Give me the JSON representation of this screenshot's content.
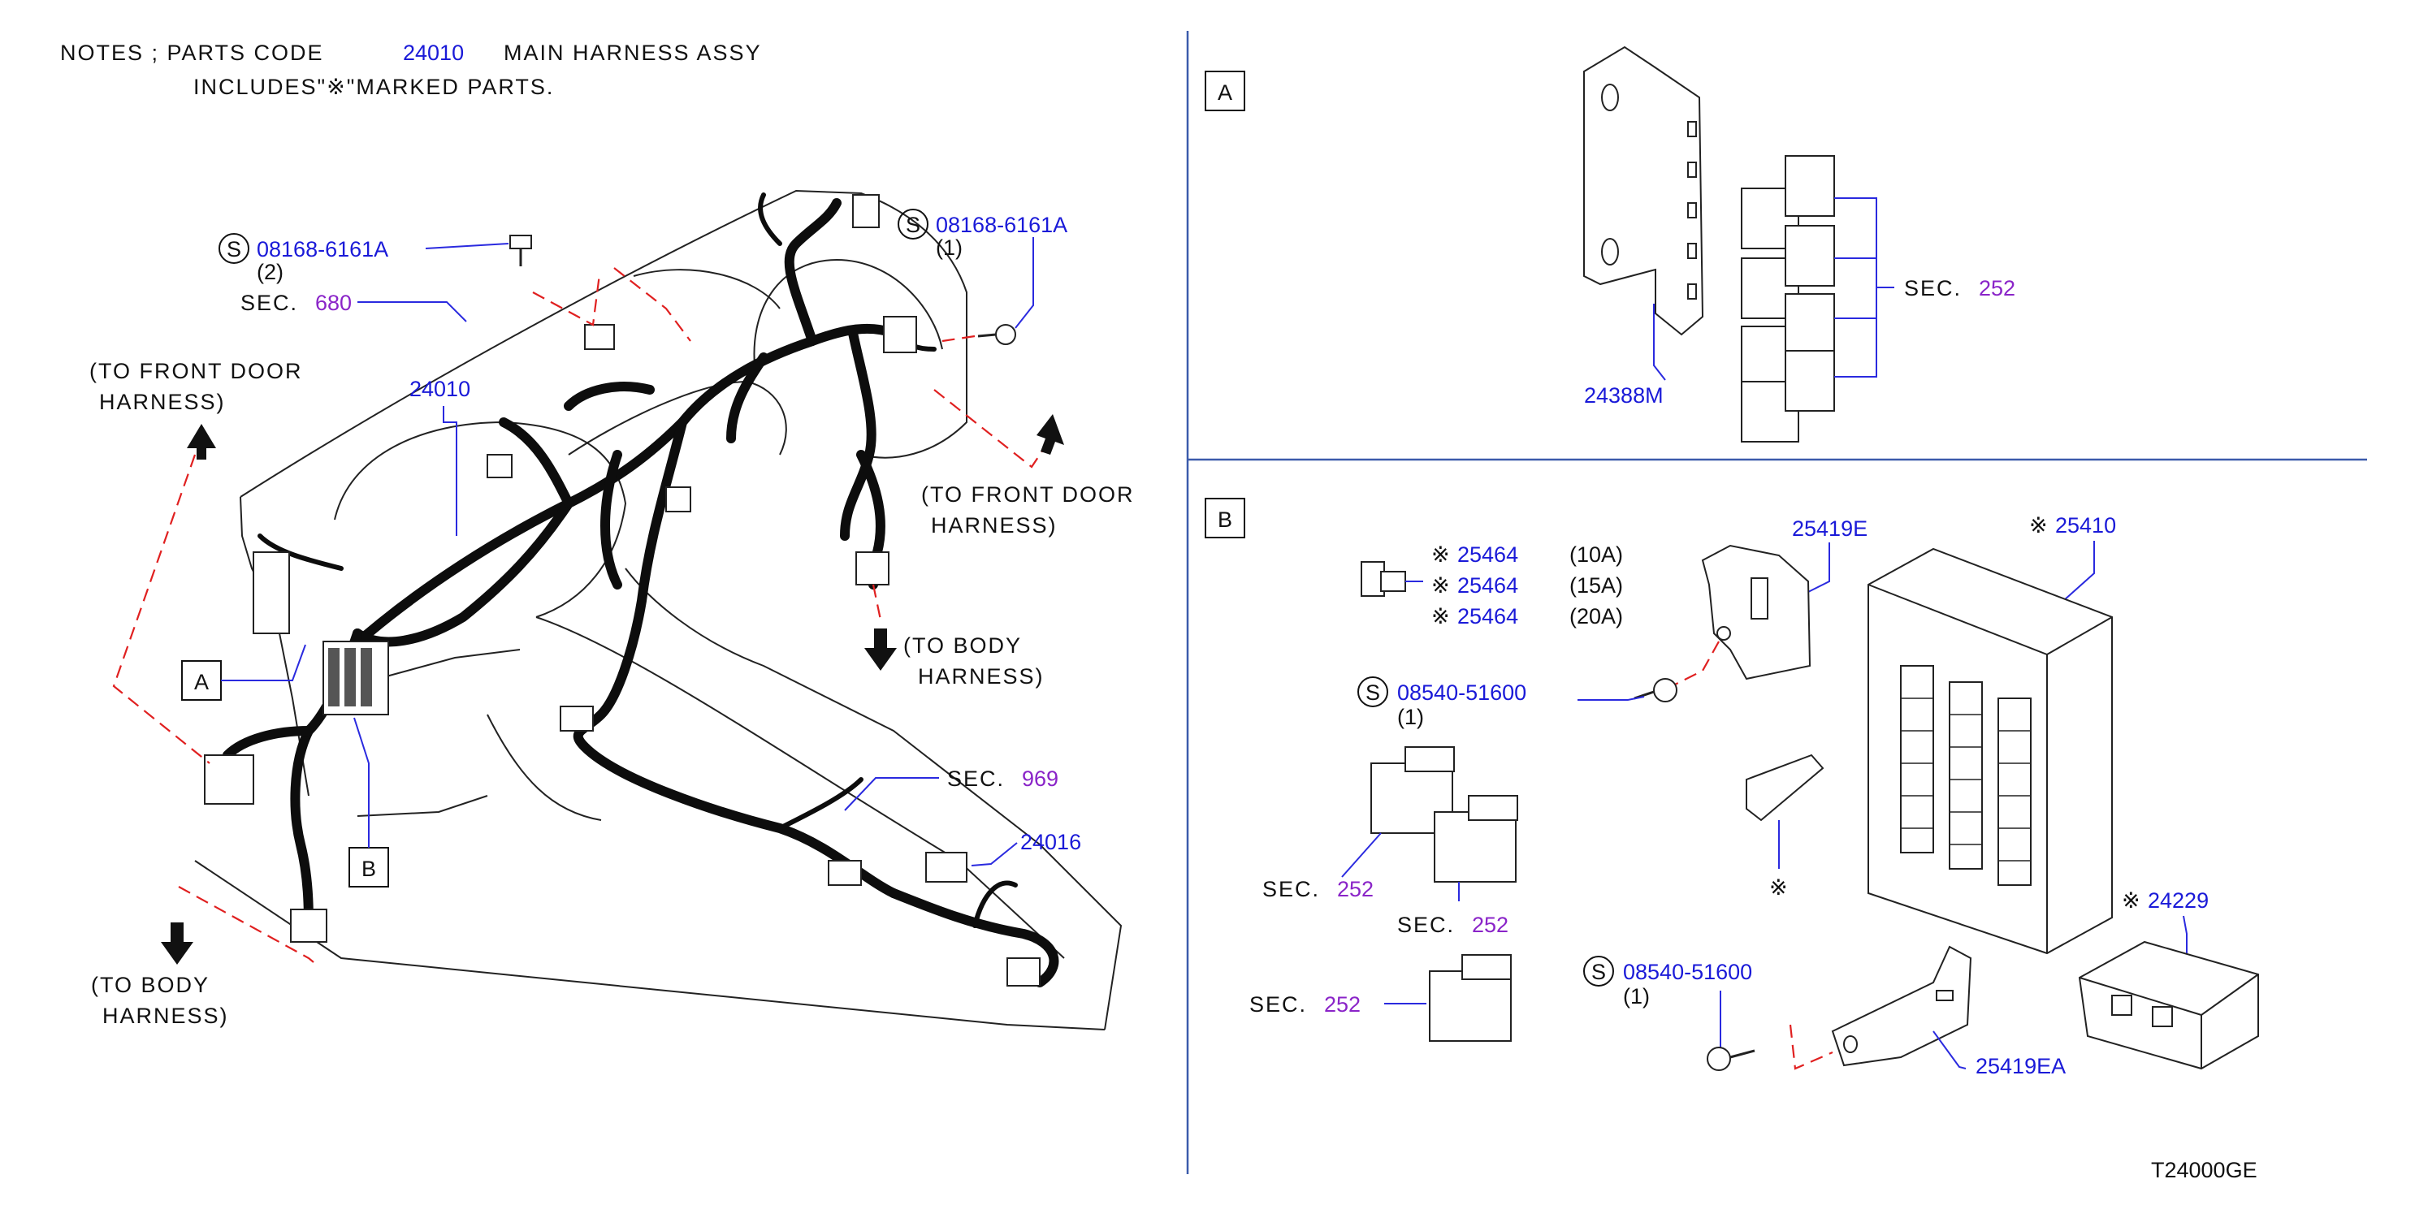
{
  "notes": {
    "prefix": "NOTES ; PARTS CODE",
    "part_code": "24010",
    "suffix": "MAIN HARNESS ASSY",
    "line2": "INCLUDES\"※\"MARKED PARTS."
  },
  "left": {
    "bolt_top_left": {
      "symbol": "S",
      "code": "08168-6161A",
      "qty": "(2)"
    },
    "bolt_top_right": {
      "symbol": "S",
      "code": "08168-6161A",
      "qty": "(1)"
    },
    "sec_680": {
      "prefix": "SEC.",
      "number": "680"
    },
    "to_front_door_left": [
      "(TO FRONT DOOR",
      "HARNESS)"
    ],
    "to_front_door_right": [
      "(TO FRONT DOOR",
      "HARNESS)"
    ],
    "to_body_right": [
      "(TO BODY",
      "HARNESS)"
    ],
    "to_body_left": [
      "(TO BODY",
      "HARNESS)"
    ],
    "main_harness_code": "24010",
    "sec_969": {
      "prefix": "SEC.",
      "number": "969"
    },
    "harness_24016": "24016",
    "callout_a": "A",
    "callout_b": "B"
  },
  "panel_a": {
    "title": "A",
    "bracket_code": "24388M",
    "sec_252": {
      "prefix": "SEC.",
      "number": "252"
    }
  },
  "panel_b": {
    "title": "B",
    "fuses": [
      {
        "mark": "※",
        "code": "25464",
        "rating": "(10A)"
      },
      {
        "mark": "※",
        "code": "25464",
        "rating": "(15A)"
      },
      {
        "mark": "※",
        "code": "25464",
        "rating": "(20A)"
      }
    ],
    "bracket_top": "25419E",
    "fuse_block": {
      "mark": "※",
      "code": "25410"
    },
    "screw_1": {
      "symbol": "S",
      "code": "08540-51600",
      "qty": "(1)"
    },
    "screw_2": {
      "symbol": "S",
      "code": "08540-51600",
      "qty": "(1)"
    },
    "puller_mark": "※",
    "cover": {
      "mark": "※",
      "code": "24229"
    },
    "bracket_bottom": "25419EA",
    "relay_sec_1": {
      "prefix": "SEC.",
      "number": "252"
    },
    "relay_sec_2": {
      "prefix": "SEC.",
      "number": "252"
    },
    "relay_sec_3": {
      "prefix": "SEC.",
      "number": "252"
    }
  },
  "figure_code": "T24000GE",
  "colors": {
    "part_number": "#1a1ad8",
    "section_number": "#8a24c8",
    "phantom_line": "#e02020",
    "divider": "#3b5bab"
  }
}
